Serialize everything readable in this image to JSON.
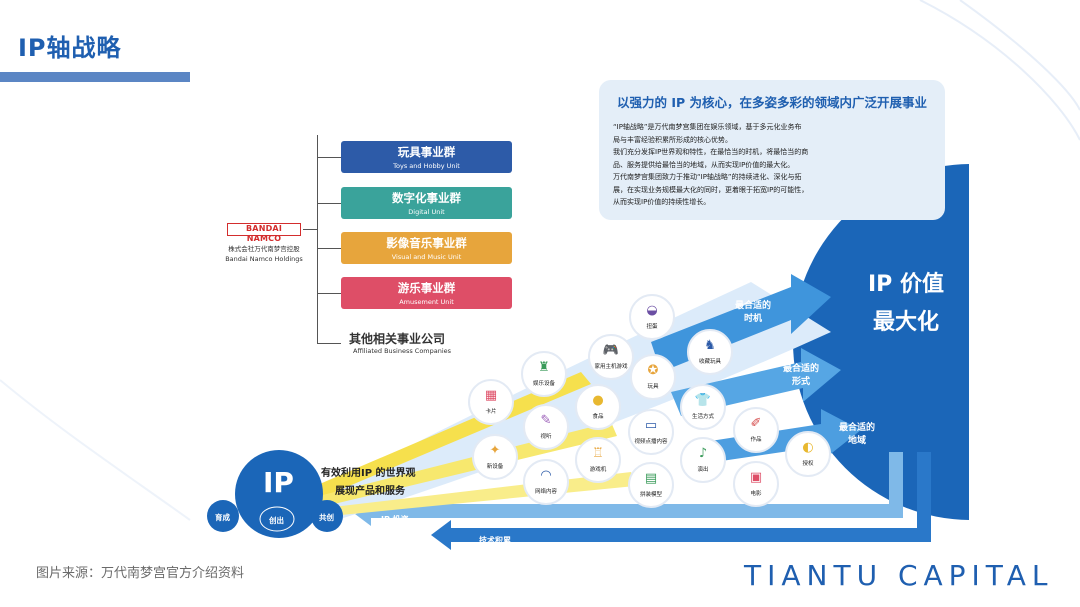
{
  "page": {
    "title": "IP轴战略",
    "source": "图片来源：万代南梦宫官方介绍资料",
    "brand": "TIANTU CAPITAL"
  },
  "info": {
    "title": "以强力的 IP 为核心，在多姿多彩的领域内广泛开展事业",
    "lines": [
      "“IP轴战略”是万代南梦宫集团在娱乐领域，基于多元化业务布",
      "局与丰富经验积累所形成的核心优势。",
      "我们充分发挥IP世界观和特性，在最恰当的时机，将最恰当的商",
      "品、服务提供给最恰当的地域，从而实现IP价值的最大化。",
      "万代南梦宫集团致力于推动“IP轴战略”的持续进化、深化与拓",
      "展，在实现业务规模最大化的同时，更着眼于拓宽IP的可能性，",
      "从而实现IP价值的持续性增长。"
    ]
  },
  "company": {
    "logo": "BANDAI NAMCO",
    "name_cn": "株式会社万代南梦宫控股",
    "name_en": "Bandai Namco Holdings"
  },
  "units": [
    {
      "cn": "玩具事业群",
      "en": "Toys and Hobby Unit",
      "color": "#2d5ba8"
    },
    {
      "cn": "数字化事业群",
      "en": "Digital Unit",
      "color": "#3aa39b"
    },
    {
      "cn": "影像音乐事业群",
      "en": "Visual and Music Unit",
      "color": "#e7a53c"
    },
    {
      "cn": "游乐事业群",
      "en": "Amusement Unit",
      "color": "#de4e67"
    }
  ],
  "affiliated": {
    "cn": "其他相关事业公司",
    "en": "Affiliated Business Companies"
  },
  "diagram": {
    "big_circle": [
      "IP 价值",
      "最大化"
    ],
    "arrows": [
      [
        "最合适的",
        "时机"
      ],
      [
        "最合适的",
        "形式"
      ],
      [
        "最合适的",
        "地域"
      ]
    ],
    "ip_center": "IP",
    "create": "创出",
    "nurture": "育成",
    "co_create": "共创",
    "slogan_1": "有效利用IP 的世界观",
    "slogan_2": "展现产品和服务",
    "flow_1": "IP 投资",
    "flow_2": "技术积累",
    "items": [
      {
        "label": "扭蛋",
        "icon": "◒"
      },
      {
        "label": "家用主机游戏",
        "icon": "🎮"
      },
      {
        "label": "收藏玩具",
        "icon": "♞"
      },
      {
        "label": "娱乐设备",
        "icon": "♜"
      },
      {
        "label": "玩具",
        "icon": "✪"
      },
      {
        "label": "卡片",
        "icon": "▦"
      },
      {
        "label": "食品",
        "icon": "●"
      },
      {
        "label": "生活方式",
        "icon": "👕"
      },
      {
        "label": "视听",
        "icon": "✎"
      },
      {
        "label": "视频点播内容",
        "icon": "▭"
      },
      {
        "label": "作品",
        "icon": "✐"
      },
      {
        "label": "新设备",
        "icon": "✦"
      },
      {
        "label": "游戏机",
        "icon": "♖"
      },
      {
        "label": "演出",
        "icon": "♪"
      },
      {
        "label": "授权",
        "icon": "◐"
      },
      {
        "label": "网络内容",
        "icon": "◠"
      },
      {
        "label": "拼装模型",
        "icon": "▤"
      },
      {
        "label": "电影",
        "icon": "▣"
      }
    ]
  },
  "colors": {
    "title_blue": "#1f5fb0",
    "dark_blue": "#1b66b8",
    "arrow_blue": "#2e8bd6",
    "yellow": "#f6e04d",
    "light_blue": "#cfe4f7"
  }
}
